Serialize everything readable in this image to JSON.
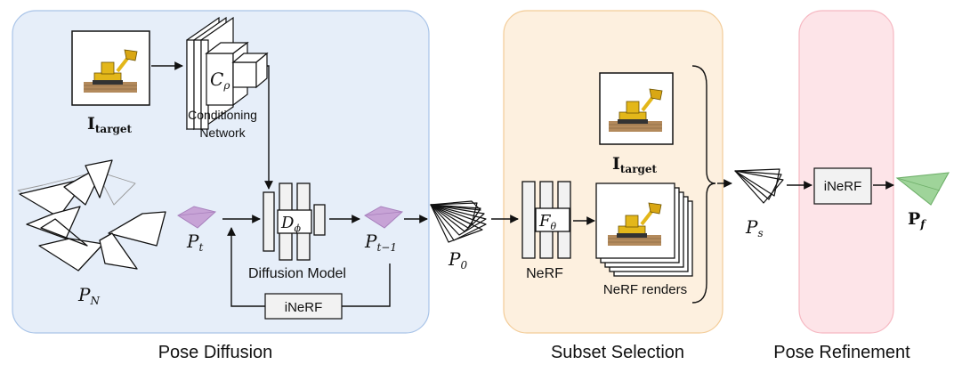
{
  "stages": {
    "pose_diffusion": "Pose Diffusion",
    "subset_selection": "Subset Selection",
    "pose_refinement": "Pose Refinement"
  },
  "labels": {
    "conditioning_network_1": "Conditioning",
    "conditioning_network_2": "Network",
    "diffusion_model": "Diffusion Model",
    "inerf_loop": "iNeRF",
    "nerf": "NeRF",
    "nerf_renders": "NeRF renders",
    "inerf_refine": "iNeRF"
  },
  "math": {
    "i_target_main": "I",
    "i_target_sub": "target",
    "i_target2_main": "I",
    "i_target2_sub": "target",
    "c_rho_main": "C",
    "c_rho_sub": "ρ",
    "d_phi_main": "D",
    "d_phi_sub": "ϕ",
    "f_theta_main": "F",
    "f_theta_sub": "θ",
    "p_n_main": "P",
    "p_n_sub": "N",
    "p_t_main": "P",
    "p_t_sub": "t",
    "p_t1_main": "P",
    "p_t1_sub": "t−1",
    "p_0_main": "P",
    "p_0_sub": "0",
    "p_s_main": "P",
    "p_s_sub": "s",
    "p_f_main": "P",
    "p_f_sub": "f"
  },
  "colors": {
    "pose_diffusion_bg": "#e6eef9",
    "pose_diffusion_border": "#a9c4e8",
    "subset_bg": "#fdf0df",
    "subset_border": "#f3cc98",
    "refine_bg": "#fde4e8",
    "refine_border": "#f6b8c2",
    "purple_pose": "#c7a3d6",
    "green_pose": "#9fd49a"
  },
  "icons": {
    "target_image": "bulldozer-icon",
    "renders": "bulldozer-icon"
  }
}
